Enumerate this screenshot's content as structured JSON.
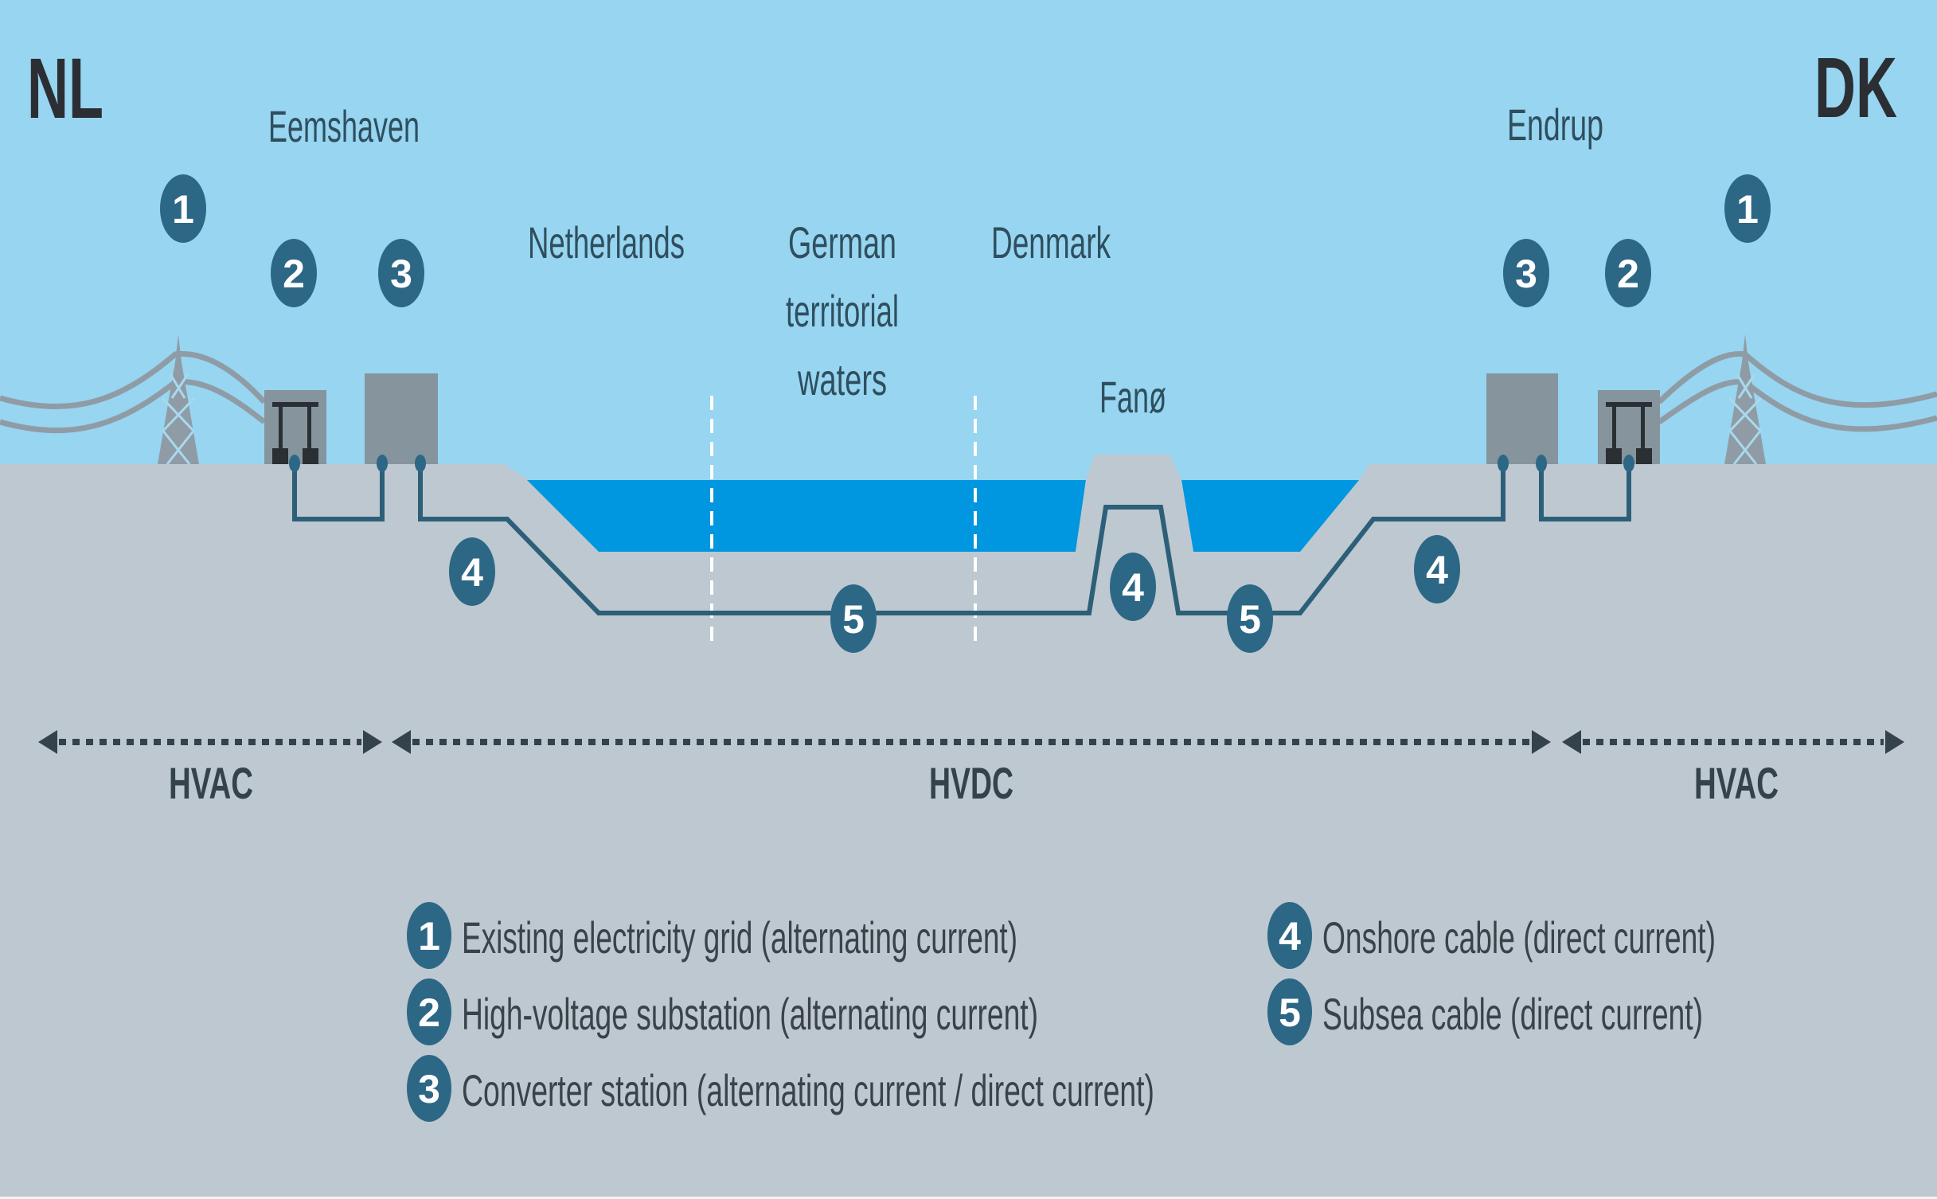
{
  "title": "NL–DK HVDC interconnector cross-section",
  "colors": {
    "sky": "#97d5f1",
    "land": "#bdc8d0",
    "sea": "#0096e0",
    "cable": "#2d5f79",
    "badge": "#2d6786",
    "building": "#86949e",
    "pylon": "#8f9ca6",
    "text_dark": "#2b2f33"
  },
  "countries": {
    "left": "NL",
    "right": "DK"
  },
  "places": {
    "left_station": "Eemshaven",
    "right_station": "Endrup",
    "netherlands": "Netherlands",
    "german_waters": [
      "German",
      "territorial",
      "waters"
    ],
    "denmark": "Denmark",
    "island": "Fanø"
  },
  "badges": {
    "nl_grid": "1",
    "nl_substation": "2",
    "nl_converter": "3",
    "nl_onshore": "4",
    "subsea_main": "5",
    "fano_onshore": "4",
    "subsea_fano": "5",
    "dk_onshore": "4",
    "dk_converter": "3",
    "dk_substation": "2",
    "dk_grid": "1"
  },
  "zones": {
    "left": "HVAC",
    "middle": "HVDC",
    "right": "HVAC"
  },
  "legend": {
    "items": [
      {
        "num": "1",
        "text": "Existing electricity grid (alternating current)"
      },
      {
        "num": "2",
        "text": "High-voltage substation (alternating current)"
      },
      {
        "num": "3",
        "text": "Converter station (alternating current / direct current)"
      },
      {
        "num": "4",
        "text": "Onshore cable (direct current)"
      },
      {
        "num": "5",
        "text": "Subsea cable (direct current)"
      }
    ]
  }
}
